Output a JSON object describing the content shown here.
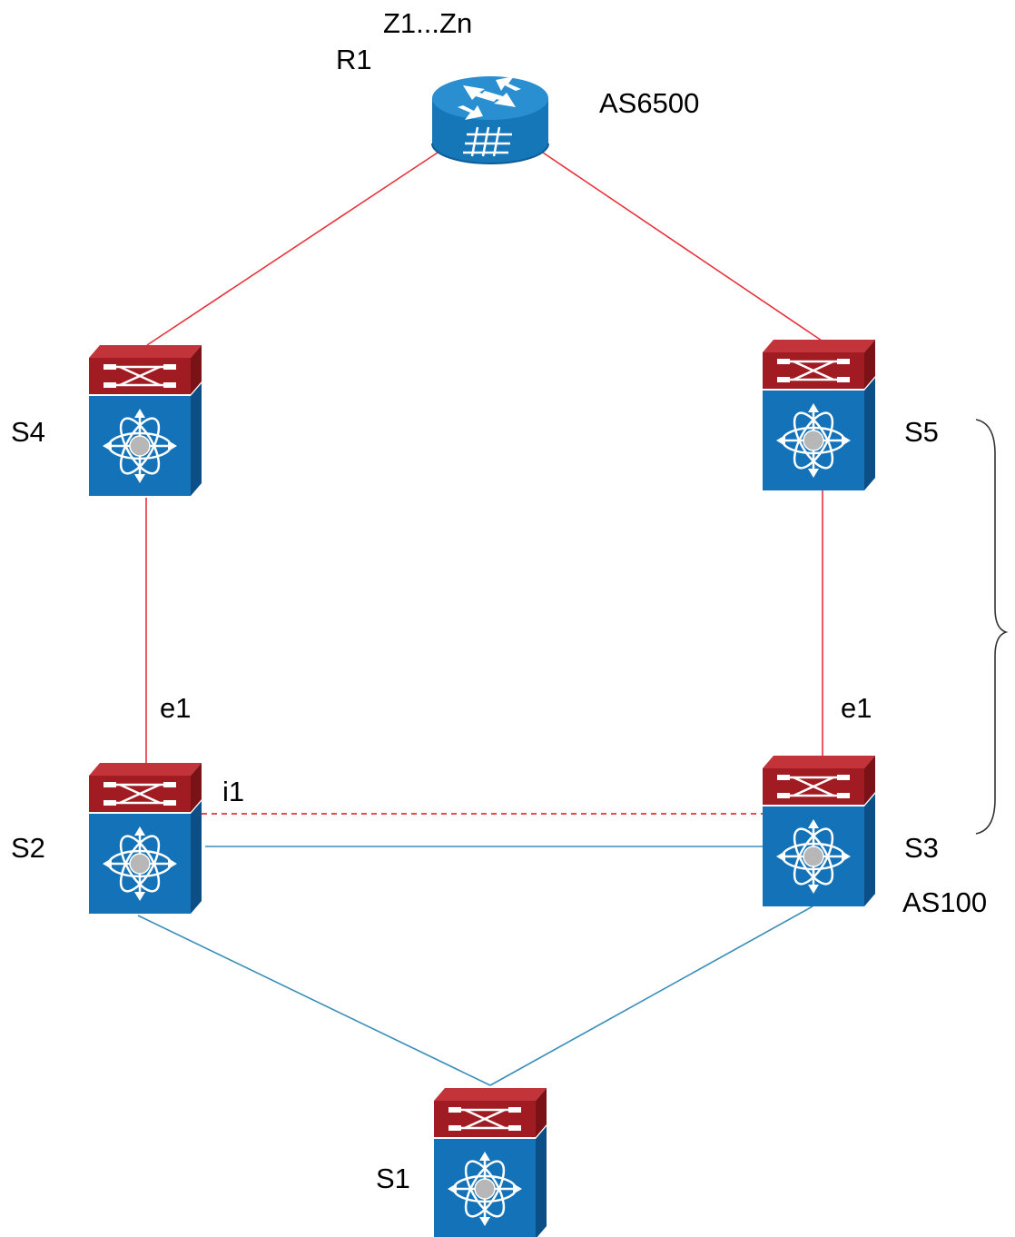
{
  "colors": {
    "external_link": "#e8323c",
    "internal_link": "#3a8db8",
    "switch_top": "#a01c22",
    "switch_body": "#1472b8",
    "router_body": "#1577b8"
  },
  "router": {
    "name": "R1",
    "zones": "Z1...Zn",
    "as": "AS6500",
    "icon": "router-icon"
  },
  "switches": {
    "s1": {
      "name": "S1",
      "icon": "nexus-switch-icon"
    },
    "s2": {
      "name": "S2",
      "icon": "nexus-switch-icon"
    },
    "s3": {
      "name": "S3",
      "icon": "nexus-switch-icon"
    },
    "s4": {
      "name": "S4",
      "icon": "nexus-switch-icon"
    },
    "s5": {
      "name": "S5",
      "icon": "nexus-switch-icon"
    }
  },
  "interfaces": {
    "s2_external": "e1",
    "s3_external": "e1",
    "s2_internal": "i1"
  },
  "as_internal": "AS100"
}
